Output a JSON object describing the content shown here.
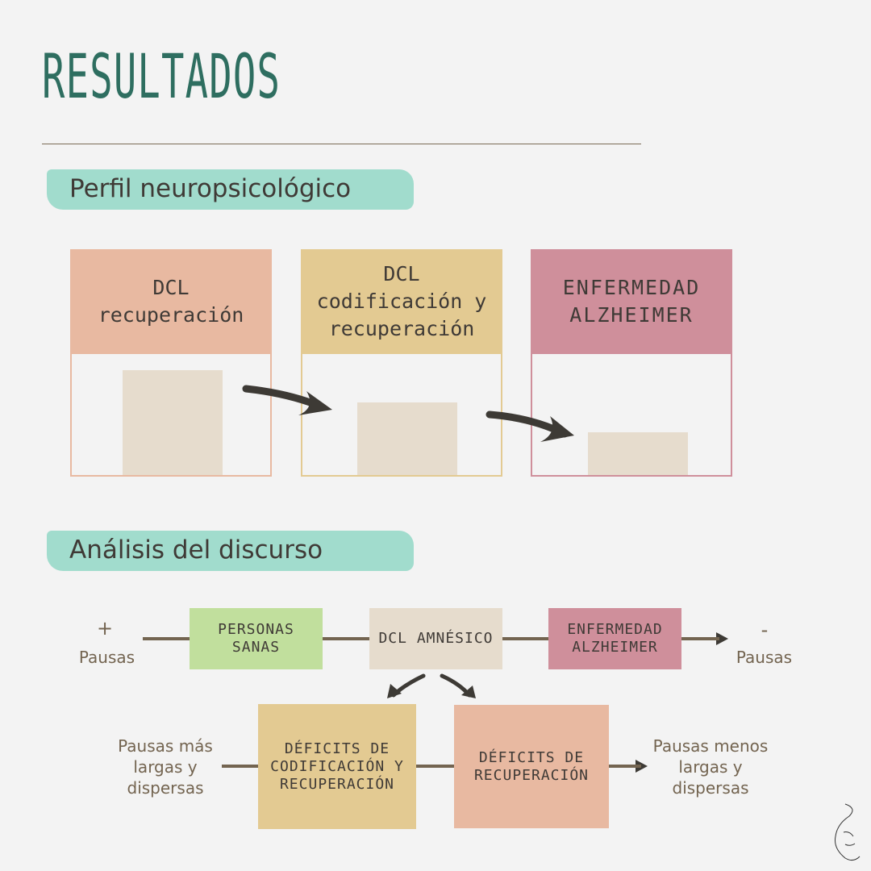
{
  "title": "RESULTADOS",
  "section1": {
    "title": "Perfil neuropsicológico",
    "cards": [
      {
        "label": "DCL recuperación",
        "color": "#e8b9a1",
        "level": 0.85
      },
      {
        "label": "DCL codificación y recuperación",
        "color": "#e3ca92",
        "level": 0.59
      },
      {
        "label": "ENFERMEDAD ALZHEIMER",
        "color": "#cf8f9b",
        "level": 0.35
      }
    ]
  },
  "section2": {
    "title": "Análisis del discurso",
    "plus": "+",
    "minus": "-",
    "pausas_left": "Pausas",
    "pausas_right": "Pausas",
    "boxes": [
      "PERSONAS SANAS",
      "DCL AMNÉSICO",
      "ENFERMEDAD ALZHEIMER"
    ],
    "deficits": [
      "DÉFICITS DE CODIFICACIÓN Y RECUPERACIÓN",
      "DÉFICITS DE RECUPERACIÓN"
    ],
    "left_note": "Pausas más largas y dispersas",
    "right_note": "Pausas menos largas y dispersas"
  }
}
